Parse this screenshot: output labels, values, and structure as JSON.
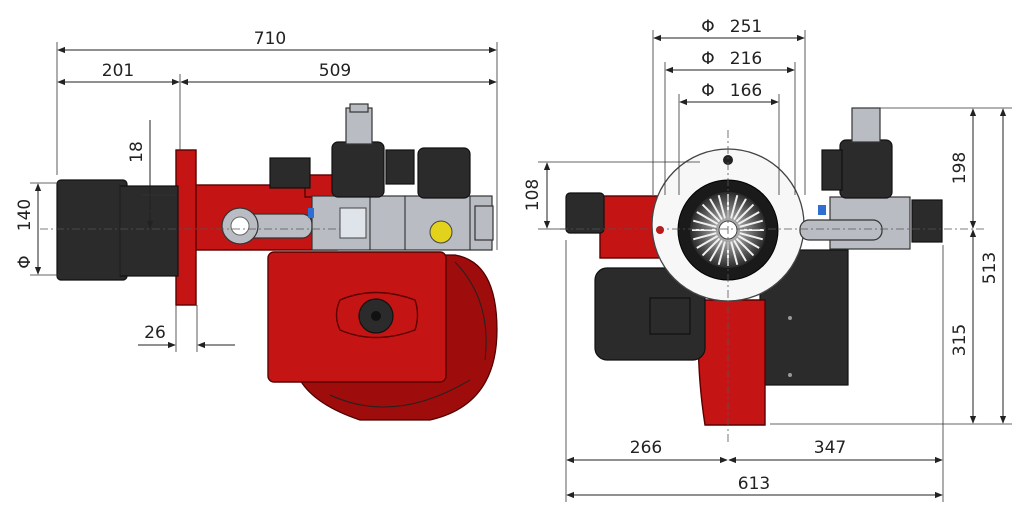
{
  "colors": {
    "red": "#c41414",
    "red_dark": "#9e0c0c",
    "grey": "#4a4a4a",
    "grey_dark": "#2b2b2b",
    "steel": "#b9bcc2",
    "valve_yellow": "#e3d21b",
    "blue_accent": "#2f6fd1"
  },
  "side_view": {
    "dimensions": {
      "overall_length": "710",
      "tube_length": "201",
      "body_length": "509",
      "tube_diameter_symbol": "Φ",
      "tube_diameter": "140",
      "flange_offset": "18",
      "flange_thickness": "26"
    }
  },
  "front_view": {
    "dimensions": {
      "diameter_symbol": "Φ",
      "outer_diameter": "251",
      "mid_diameter": "216",
      "inner_diameter": "166",
      "left_offset": "108",
      "top_height": "198",
      "bottom_height": "315",
      "total_height": "513",
      "left_width": "266",
      "right_width": "347",
      "total_width": "613"
    }
  }
}
